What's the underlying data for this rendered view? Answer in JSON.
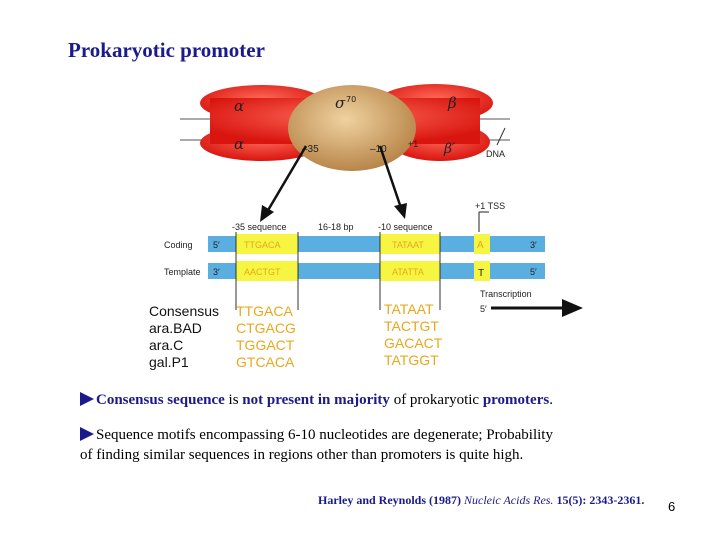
{
  "title": "Prokaryotic promoter",
  "diagram": {
    "subunit_alpha": "α",
    "subunit_beta": "β",
    "subunit_beta_prime": "β′",
    "sigma_symbol": "σ",
    "sigma_number": "70",
    "pos_minus35": "–35",
    "pos_minus10": "–10",
    "pos_plus1": "+1",
    "dna_label": "DNA",
    "tss_label": "+1 TSS",
    "seq35_header": "-35 sequence",
    "spacer_header": "16-18 bp",
    "seq10_header": "-10 sequence",
    "coding_label": "Coding",
    "template_label": "Template",
    "coding_5": "5′",
    "coding_3": "3′",
    "template_3": "3′",
    "template_5": "5′",
    "coding_seq35": "TTGACA",
    "coding_seq10": "TATAAT",
    "template_seq35": "AACTGT",
    "template_seq10": "ATATTA",
    "coding_base": "A",
    "template_base": "T",
    "transcription_label": "Transcription",
    "transcription_5": "5′",
    "colors": {
      "yellow_box": "#f5f542",
      "blue_strand": "#5aaee0",
      "polymerase_red": "#e8221c",
      "sigma_tan": "#c9a062",
      "seq_orange": "#e8a81c"
    }
  },
  "consensus": {
    "labels": [
      "Consensus",
      "ara.BAD",
      "ara.C",
      "gal.P1"
    ],
    "seq35": [
      "TTGACA",
      "CTGACG",
      "TGGACT",
      "GTCACA"
    ],
    "seq10": [
      "TATAAT",
      "TACTGT",
      "GACACT",
      "TATGGT"
    ]
  },
  "bullets": {
    "b1_a": "Consensus sequence",
    "b1_b": " is ",
    "b1_c": "not present in majority",
    "b1_d": " of prokaryotic ",
    "b1_e": "promoters",
    "b1_f": ".",
    "b2_a": "Sequence motifs encompassing 6-10 nucleotides are degenerate; Probability",
    "b2_b": "of finding similar sequences in regions other than promoters is quite high."
  },
  "citation": {
    "authors": "Harley and Reynolds (1987) ",
    "journal": "Nucleic Acids Res.",
    "ref": " 15(5): 2343-2361."
  },
  "page_number": "6"
}
